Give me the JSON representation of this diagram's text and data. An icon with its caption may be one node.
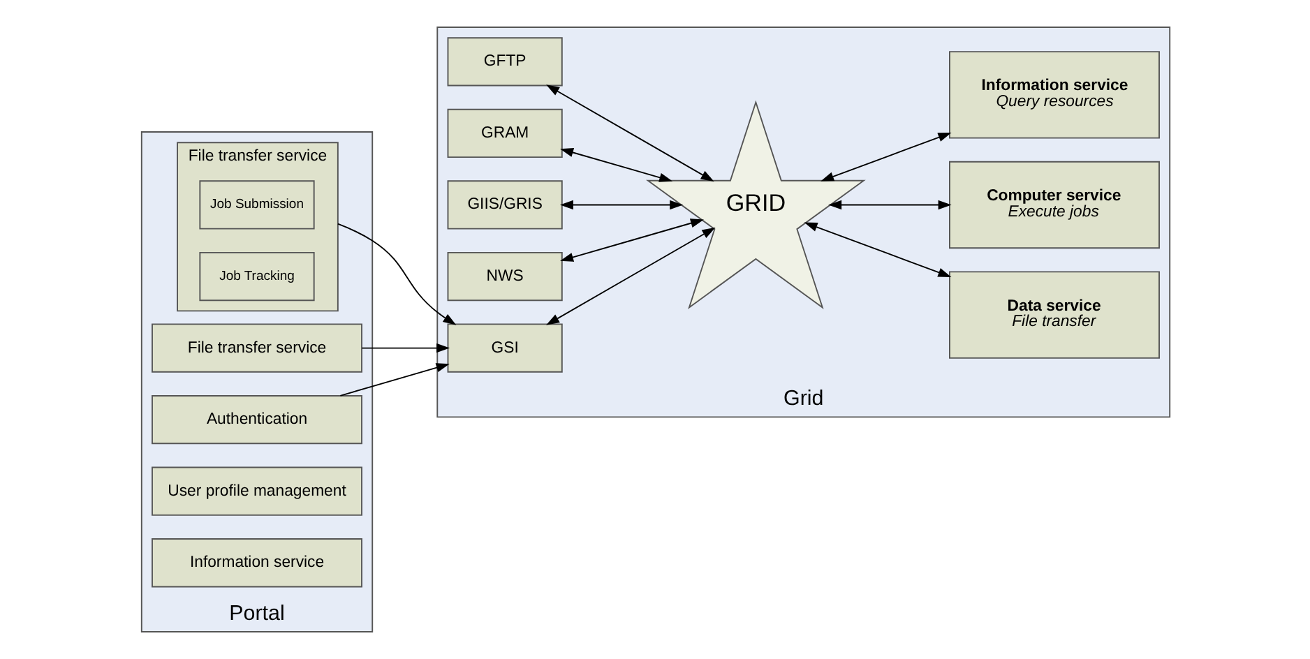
{
  "diagram": {
    "nodes": [
      {
        "text": [
          "Portal"
        ]
      },
      {
        "text": [
          "File transfer service"
        ],
        "in": 0
      },
      {
        "text": [
          "File transfer service"
        ],
        "in": 0
      },
      {
        "text": [
          "Job Submission"
        ],
        "in": 2
      },
      {
        "text": [
          "Job Tracking"
        ],
        "in": 2
      },
      {
        "text": [
          "Authentication"
        ],
        "in": 0
      },
      {
        "text": [
          "User profile management"
        ],
        "in": 0
      },
      {
        "text": [
          "Information service"
        ],
        "in": 0
      },
      {
        "text": [
          "Grid"
        ]
      },
      {
        "text": [
          "GFTP"
        ],
        "in": 8
      },
      {
        "text": [
          "GRAM"
        ],
        "in": 8
      },
      {
        "text": [
          "GIIS/GRIS"
        ],
        "in": 8
      },
      {
        "text": [
          "NWS"
        ],
        "in": 8
      },
      {
        "text": [
          "GSI"
        ],
        "in": 8
      },
      {
        "text": [
          "GRID"
        ],
        "in": 8
      },
      {
        "text": [
          "Data service",
          "File transfer"
        ],
        "in": 8
      },
      {
        "text": [
          "Computer service",
          "Execute jobs"
        ],
        "in": 8
      },
      {
        "text": [
          "Information service",
          "Query resources"
        ],
        "in": 8
      }
    ],
    "edges": [
      {
        "from": 1,
        "to": 13,
        "arrow": "to"
      },
      {
        "from": 2,
        "to": 13,
        "arrow": "to"
      },
      {
        "from": 5,
        "to": 13,
        "arrow": "to"
      },
      {
        "from": 9,
        "to": 14,
        "arrow": "both"
      },
      {
        "from": 10,
        "to": 14,
        "arrow": "both"
      },
      {
        "from": 11,
        "to": 14,
        "arrow": "both"
      },
      {
        "from": 12,
        "to": 14,
        "arrow": "both"
      },
      {
        "from": 13,
        "to": 14,
        "arrow": "both"
      },
      {
        "from": 14,
        "to": 15,
        "arrow": "both"
      },
      {
        "from": 14,
        "to": 16,
        "arrow": "both"
      },
      {
        "from": 14,
        "to": 17,
        "arrow": "both"
      }
    ]
  }
}
